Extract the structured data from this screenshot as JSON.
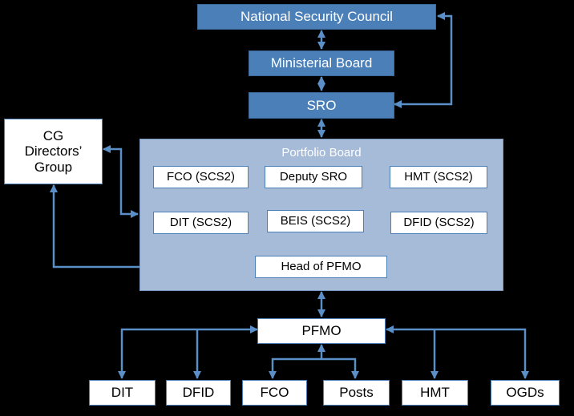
{
  "top": {
    "nsc": "National Security Council",
    "ministerial_board": "Ministerial Board",
    "sro": "SRO"
  },
  "cg_group": "CG Directors’ Group",
  "portfolio_board": {
    "title": "Portfolio Board",
    "members": [
      "FCO (SCS2)",
      "Deputy SRO",
      "HMT (SCS2)",
      "DIT (SCS2)",
      "BEIS (SCS2)",
      "DFID (SCS2)"
    ],
    "head": "Head of PFMO"
  },
  "pfmo": "PFMO",
  "bottom": [
    "DIT",
    "DFID",
    "FCO",
    "Posts",
    "HMT",
    "OGDs"
  ],
  "colors": {
    "dark_box": "#4a7fb8",
    "panel": "#a5bbd8",
    "arrow": "#5b8fc7",
    "background": "#000000"
  }
}
